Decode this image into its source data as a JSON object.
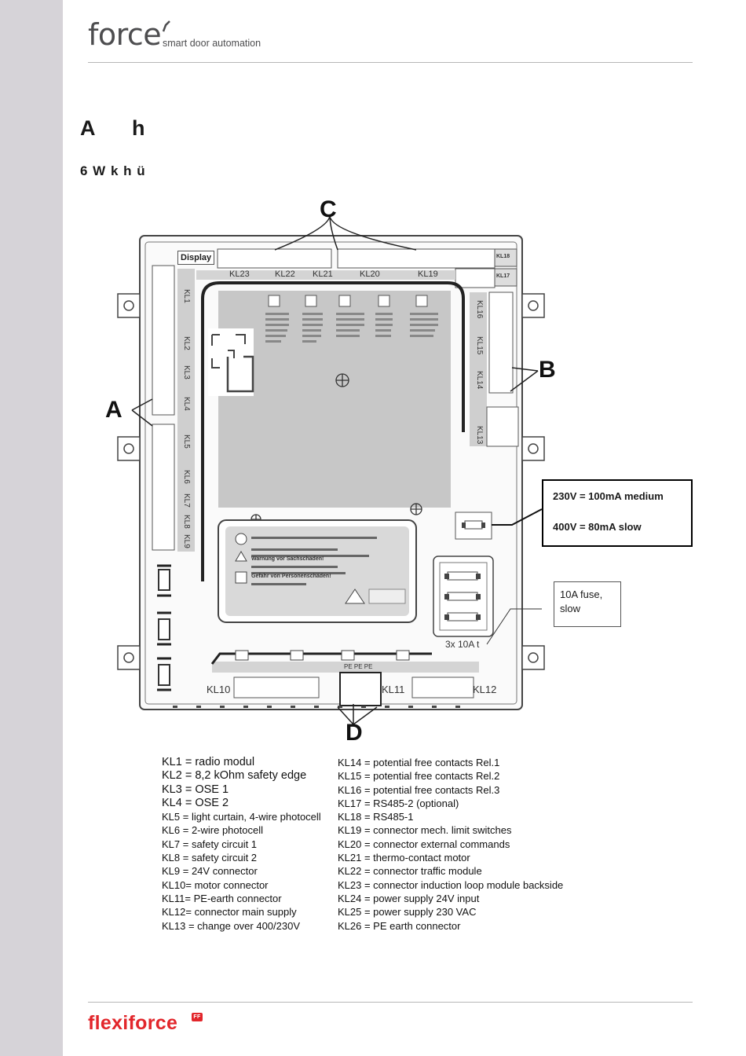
{
  "header": {
    "brand_word": "force",
    "brand_subtitle": "smart door automation"
  },
  "heading": "A h",
  "subheading": "6 W k h ü",
  "figure": {
    "callout_letters": [
      "A",
      "B",
      "C",
      "D"
    ],
    "display_label": "Display",
    "top_terminals": [
      "KL23",
      "KL22",
      "KL21",
      "KL20",
      "KL19"
    ],
    "top_right_terminals": [
      "KL18",
      "KL17"
    ],
    "left_terminals": [
      "KL1",
      "KL2",
      "KL3",
      "KL4",
      "KL5",
      "KL6",
      "KL7",
      "KL8",
      "KL9"
    ],
    "right_terminals": [
      "KL16",
      "KL15",
      "KL14",
      "KL13"
    ],
    "bottom_terminals": [
      "KL10",
      "KL11",
      "KL12"
    ],
    "pe_labels": "PE PE PE",
    "fuse_info": {
      "line1": "230V = 100mA  medium",
      "line2": "400V = 80mA slow"
    },
    "fuse_callout": "10A fuse, slow",
    "fuses_label": "3x 10A t",
    "warning_lines": [
      "Warnung vor Sachschaden!",
      "Gefahr von Personenschäden!"
    ]
  },
  "legend": {
    "left": [
      "KL1  = radio modul",
      "KL2  = 8,2 kOhm safety edge",
      "KL3  = OSE 1",
      "KL4  = OSE 2",
      "KL5  = light curtain, 4-wire photocell",
      "KL6  = 2-wire photocell",
      "KL7  = safety circuit 1",
      "KL8  = safety circuit 2",
      "KL9  = 24V connector",
      "KL10= motor connector",
      "KL11= PE-earth connector",
      "KL12= connector main supply",
      "KL13 = change over 400/230V"
    ],
    "right": [
      "KL14 = potential free contacts  Rel.1",
      "KL15 = potential free contacts  Rel.2",
      "KL16 = potential free contacts  Rel.3",
      "KL17 = RS485-2 (optional)",
      "KL18 = RS485-1",
      "KL19 = connector mech. limit switches",
      "KL20 = connector external commands",
      "KL21 = thermo-contact motor",
      "KL22 = connector traffic module",
      "KL23 = connector induction loop module backside",
      "KL24 = power supply 24V input",
      "KL25 = power supply 230 VAC",
      "KL26 = PE earth connector"
    ]
  },
  "footer": {
    "logo_text": "flexiforce",
    "logo_badge": "FF"
  }
}
